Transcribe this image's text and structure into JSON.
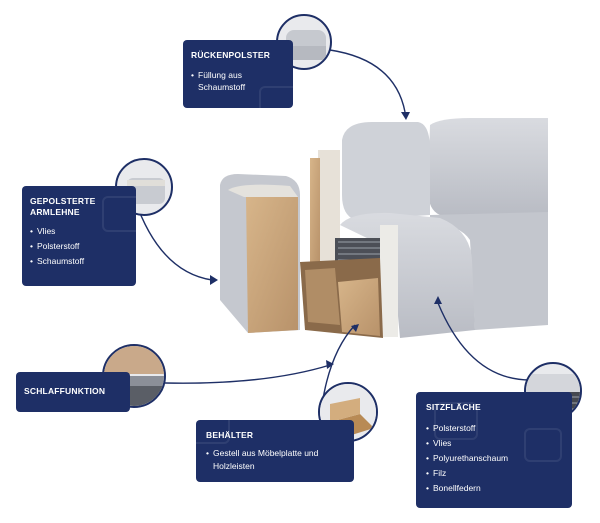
{
  "callouts": {
    "rueckenpolster": {
      "title": "RÜCKENPOLSTER",
      "items": [
        "Füllung aus Schaumstoff"
      ]
    },
    "armlehne": {
      "title_line1": "GEPOLSTERTE",
      "title_line2": "ARMLEHNE",
      "items": [
        "Vlies",
        "Polsterstoff",
        "Schaumstoff"
      ]
    },
    "schlaffunktion": {
      "title": "SCHLAFFUNKTION"
    },
    "behaelter": {
      "title": "BEHÄLTER",
      "items": [
        "Gestell aus Möbelplatte und Holzleisten"
      ]
    },
    "sitzflaeche": {
      "title": "SITZFLÄCHE",
      "items": [
        "Polsterstoff",
        "Vlies",
        "Polyurethanschaum",
        "Filz",
        "Bonellfedern"
      ]
    }
  },
  "colors": {
    "card_bg": "#1e2f66",
    "connector": "#1e2f66",
    "fabric": "#c9ccd3",
    "wood": "#c9a57a"
  },
  "icons": {
    "bullet": "bullet-dot",
    "arrow": "arrow-head"
  }
}
